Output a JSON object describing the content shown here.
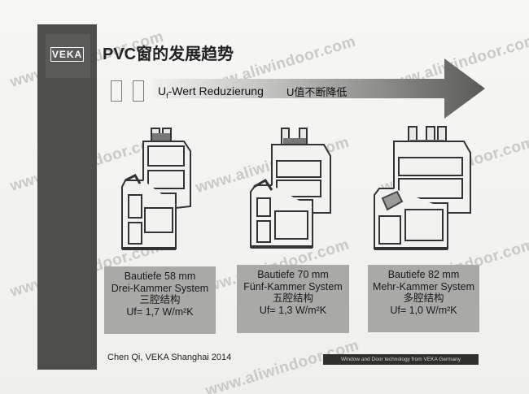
{
  "slide": {
    "title": "PVC窗的发展趋势",
    "logo_text": "VEKA",
    "arrow": {
      "label_main": "U",
      "label_sub": "f",
      "label_rest": "-Wert Reduzierung",
      "label_cn": "U值不断降低"
    },
    "profiles": [
      {
        "depth": "Bautiefe 58 mm",
        "system": "Drei-Kammer System",
        "system_cn": "三腔结构",
        "u_value": "Uf= 1,7 W/m²K"
      },
      {
        "depth": "Bautiefe 70 mm",
        "system": "Fünf-Kammer System",
        "system_cn": "五腔结构",
        "u_value": "Uf= 1,3 W/m²K"
      },
      {
        "depth": "Bautiefe 82 mm",
        "system": "Mehr-Kammer System",
        "system_cn": "多腔结构",
        "u_value": "Uf= 1,0 W/m²K"
      }
    ],
    "footer_left": "Chen Qi, VEKA Shanghai 2014",
    "footer_right": "Window and Door technology from VEKA Germany"
  },
  "watermark": {
    "text": "www.aliwindoor.com"
  },
  "colors": {
    "sidebar": "#4d4d4b",
    "box_fill": "#a9a9a7",
    "arrow": "#5a5a58"
  }
}
